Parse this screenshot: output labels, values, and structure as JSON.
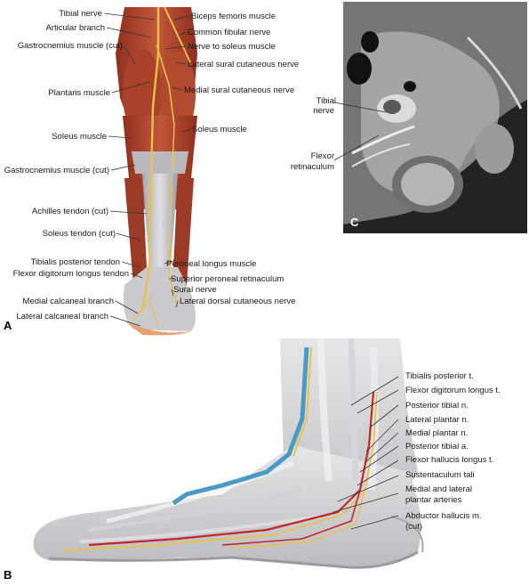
{
  "panel_a": {
    "letter": "A",
    "labels_left": [
      "Tibial nerve",
      "Articular branch",
      "Gastrocnemius muscle (cut)",
      "Plantaris muscle",
      "Soleus muscle",
      "Gastrocnemius muscle (cut)",
      "Achilles tendon (cut)",
      "Soleus tendon (cut)",
      "Tibialis posterior tendon",
      "Flexor digitorum longus tendon",
      "Medial calcaneal branch",
      "Lateral calcaneal branch"
    ],
    "labels_right": [
      "Biceps femoris muscle",
      "Common fibular nerve",
      "Nerve to soleus muscle",
      "Lateral sural cutaneous nerve",
      "Medial sural cutaneous nerve",
      "Soleus muscle",
      "Peroneal longus muscle",
      "Superior peroneal retinaculum",
      "Sural nerve",
      "Lateral dorsal cutaneous nerve"
    ]
  },
  "panel_b": {
    "letter": "B",
    "labels": [
      "Tibialis posterior t.",
      "Flexor digitorum longus t.",
      "Posterior tibial  n.",
      "Lateral plantar n.",
      "Medial plantar n.",
      "Posterior tibial a.",
      "Flexor hallucis longus t.",
      "Sustentaculum tali",
      "Medial and lateral",
      "plantar arteries",
      "Abductor hallucis m.",
      "(cut)"
    ]
  },
  "panel_c": {
    "letter": "C",
    "labels": [
      "Tibial",
      "nerve",
      "Flexor",
      "retinaculum"
    ]
  },
  "colors": {
    "muscle": "#b5452e",
    "tendon": "#c9c9cc",
    "nerve": "#e9c24a",
    "artery": "#c0282a",
    "vein": "#4a9bc4"
  }
}
